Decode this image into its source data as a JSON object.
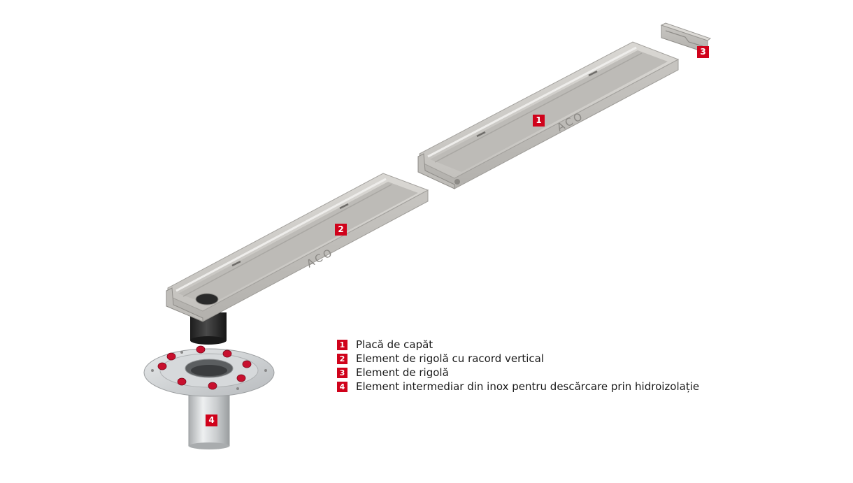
{
  "brand_mark": "ACO",
  "accent_color": "#d0021b",
  "concrete_color": "#c9c7c3",
  "callouts": [
    {
      "number": "1",
      "label": "Placă de capăt"
    },
    {
      "number": "2",
      "label": "Element de rigolă cu racord vertical"
    },
    {
      "number": "3",
      "label": "Element de rigolă"
    },
    {
      "number": "4",
      "label": "Element intermediar din inox pentru descărcare prin hidroizolație"
    }
  ]
}
